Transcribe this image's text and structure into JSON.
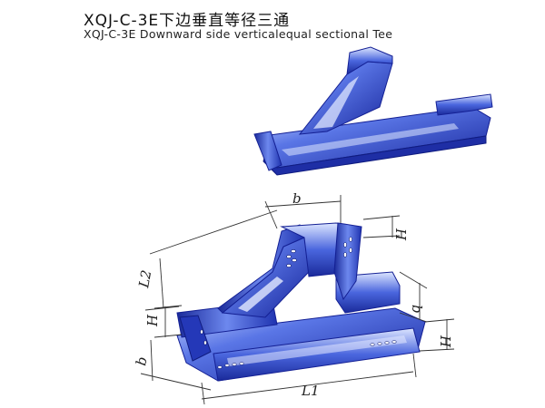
{
  "title_cn": "XQJ-C-3E下边垂直等径三通",
  "title_en": "XQJ-C-3E Downward side verticalequal sectional Tee",
  "dimension_labels": {
    "b_top": "b",
    "h_top": "H",
    "l2": "L2",
    "h_left": "H",
    "b_left": "b",
    "b_right": "b",
    "h_right": "H",
    "l1": "L1"
  },
  "colors": {
    "tray_dark": "#1a2a9a",
    "tray_mid": "#3b57d6",
    "tray_light": "#8ea6f5",
    "tray_highlight": "#d8e2ff",
    "dim_line": "#333333"
  }
}
